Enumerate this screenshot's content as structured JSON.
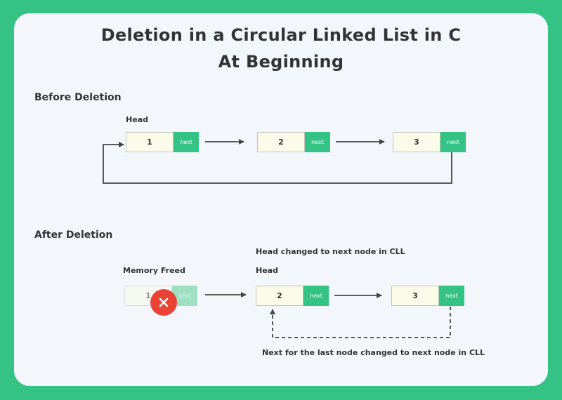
{
  "title_line1": "Deletion in a Circular Linked List in C",
  "title_line2": "At Beginning",
  "before": {
    "label": "Before Deletion",
    "head_label": "Head",
    "nodes": [
      {
        "value": "1",
        "next": "next"
      },
      {
        "value": "2",
        "next": "next"
      },
      {
        "value": "3",
        "next": "next"
      }
    ]
  },
  "after": {
    "label": "After Deletion",
    "head_changed_note": "Head changed to next node in CLL",
    "head_label": "Head",
    "memory_freed_label": "Memory Freed",
    "nodes": [
      {
        "value": "1",
        "next": "next"
      },
      {
        "value": "2",
        "next": "next"
      },
      {
        "value": "3",
        "next": "next"
      }
    ],
    "last_node_note": "Next for the last node changed to next node in CLL"
  },
  "colors": {
    "background": "#34c384",
    "card": "#f3f7fc",
    "next_field": "#34c384",
    "value_field": "#fafbe8",
    "delete_mark": "#ea4335",
    "arrow": "#444444"
  }
}
